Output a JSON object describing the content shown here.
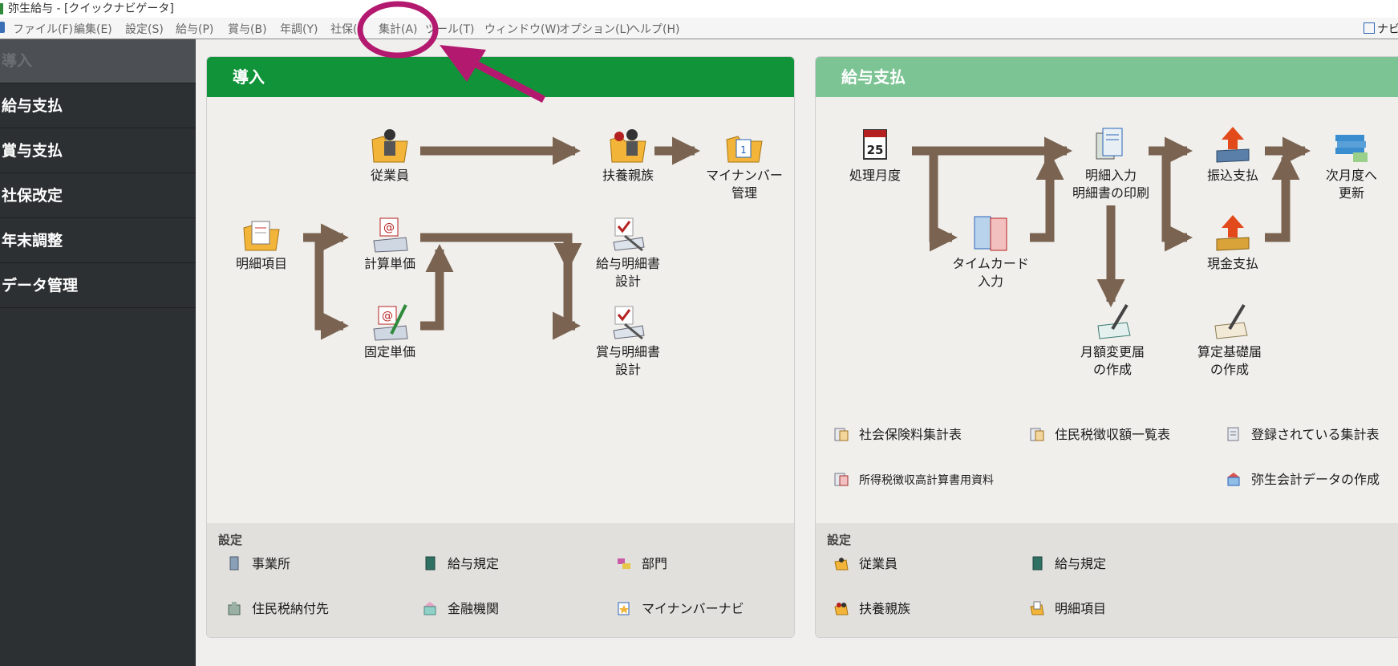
{
  "window": {
    "title": "弥生給与 - [クイックナビゲータ]"
  },
  "menubar": {
    "items": [
      {
        "label": "ファイル(F)"
      },
      {
        "label": "編集(E)"
      },
      {
        "label": "設定(S)"
      },
      {
        "label": "給与(P)"
      },
      {
        "label": "賞与(B)"
      },
      {
        "label": "年調(Y)"
      },
      {
        "label": "社保("
      },
      {
        "label": "集計(A)"
      },
      {
        "label": "ツール(T)"
      },
      {
        "label": "ウィンドウ(W)"
      },
      {
        "label": "オプション(L)"
      },
      {
        "label": "ヘルプ(H)"
      }
    ],
    "right_button": "ナビ"
  },
  "sidebar": {
    "items": [
      {
        "label": "導入",
        "active": true
      },
      {
        "label": "給与支払"
      },
      {
        "label": "賞与支払"
      },
      {
        "label": "社保改定"
      },
      {
        "label": "年末調整"
      },
      {
        "label": "データ管理"
      }
    ]
  },
  "intro": {
    "header": "導入",
    "nodes": {
      "employee": "従業員",
      "dependents": "扶養親族",
      "mynumber": [
        "マイナンバー",
        "管理"
      ],
      "items": "明細項目",
      "calc_unit": "計算単価",
      "fixed_unit": "固定単価",
      "pay_slip": [
        "給与明細書",
        "設計"
      ],
      "bonus_slip": [
        "賞与明細書",
        "設計"
      ]
    },
    "settings": {
      "title": "設定",
      "links": [
        "事業所",
        "給与規定",
        "部門",
        "住民税納付先",
        "金融機関",
        "マイナンバーナビ"
      ]
    }
  },
  "payroll": {
    "header": "給与支払",
    "nodes": {
      "month": "処理月度",
      "timecard": [
        "タイムカード",
        "入力"
      ],
      "detail": [
        "明細入力",
        "明細書の印刷"
      ],
      "transfer": "振込支払",
      "cash": "現金支払",
      "next": [
        "次月度へ",
        "更新"
      ],
      "monthly": [
        "月額変更届",
        "の作成"
      ],
      "basis": [
        "算定基礎届",
        "の作成"
      ]
    },
    "reports": [
      "社会保険料集計表",
      "住民税徴収額一覧表",
      "登録されている集計表",
      "所得税徴収高計算書用資料",
      "弥生会計データの作成"
    ],
    "settings": {
      "title": "設定",
      "links": [
        "従業員",
        "給与規定",
        "扶養親族",
        "明細項目"
      ]
    }
  },
  "colors": {
    "intro_header": "#119439",
    "payroll_header": "#7cc494",
    "flow_arrow": "#7a6351",
    "annotation": "#b3196e",
    "sidebar_bg": "#2d3033"
  }
}
